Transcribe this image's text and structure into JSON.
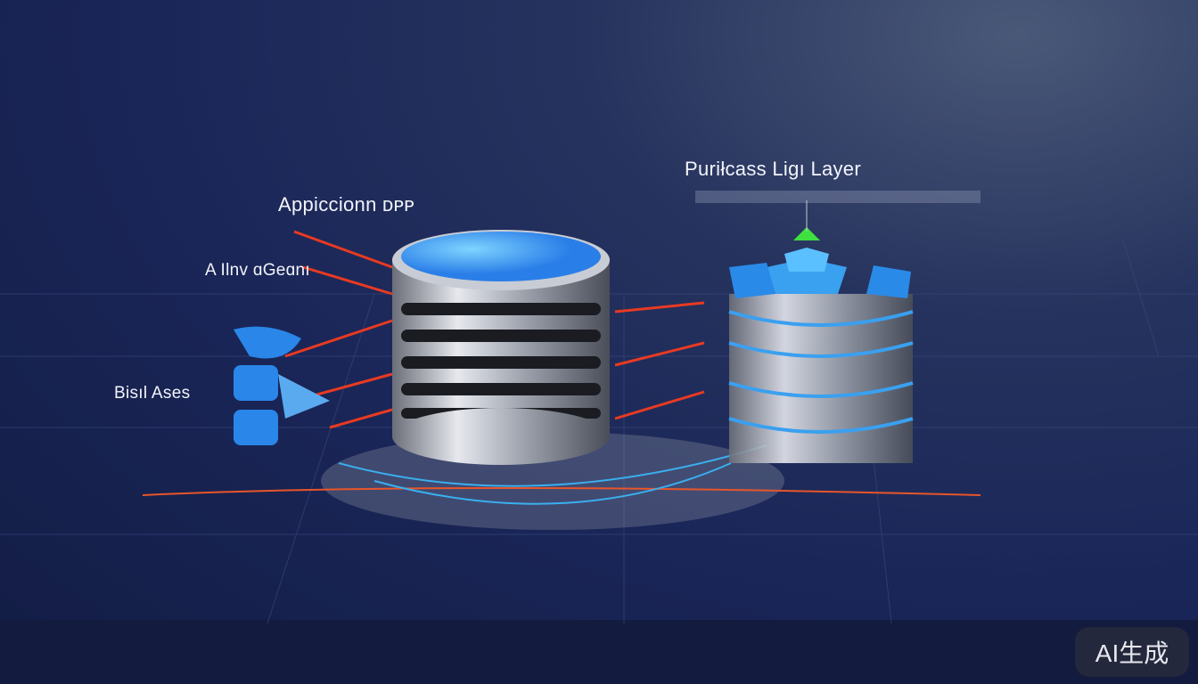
{
  "labels": {
    "top_right": "Puriłcass Ligı Layer",
    "application": "Appicciоnn ᴅᴘᴩ",
    "gateway": "A Ilnv ɑGeɑnı",
    "base": "Bisıl Ases"
  },
  "badge": "AI生成",
  "colors": {
    "accent_blue": "#3aa0f0",
    "arrow_red": "#e83a22",
    "background": "#1a2658"
  }
}
